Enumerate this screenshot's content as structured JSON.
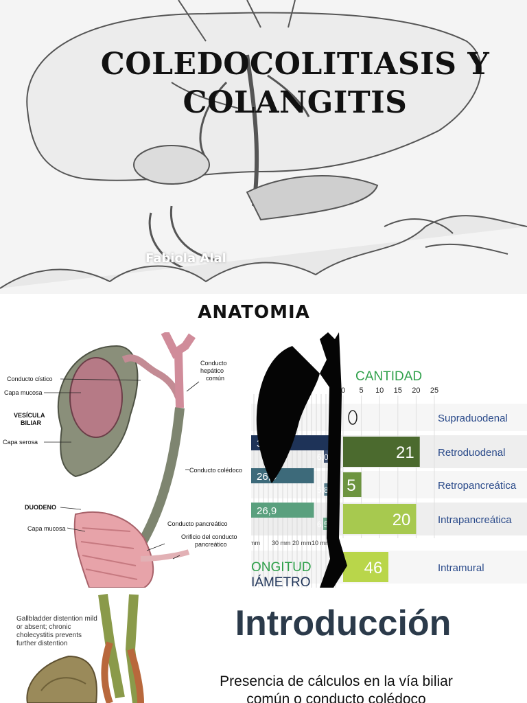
{
  "slide1": {
    "title": "COLEDOCOLITIASIS Y COLANGITIS",
    "author": "Fabiola Alal"
  },
  "slide2": {
    "title": "ANATOMIA",
    "anatomy_labels": {
      "cystic_duct": "Conducto cístico",
      "mucosa": "Capa mucosa",
      "gallbladder_1": "VESÍCULA",
      "gallbladder_2": "BILIAR",
      "serosa": "Capa serosa",
      "hepatic_1": "Conducto",
      "hepatic_2": "hepático",
      "hepatic_3": "común",
      "choledochus": "Conducto colédoco",
      "duodenum": "DUODENO",
      "duodenum_mucosa": "Capa mucosa",
      "pancreatic_duct": "Conducto pancreático",
      "orifice_1": "Orificio del conducto",
      "orifice_2": "pancreático"
    }
  },
  "chart_data": {
    "type": "bar",
    "categories": [
      "Supraduodenal",
      "Retroduodenal",
      "Retropancreática",
      "Intrapancreática",
      "Intramural"
    ],
    "cantidad": {
      "label": "CANTIDAD",
      "ticks": [
        "0",
        "5",
        "10",
        "15",
        "20",
        "25"
      ],
      "xlim": [
        0,
        25
      ],
      "values": [
        0,
        21,
        5,
        20,
        46
      ],
      "value_labels": [
        "0",
        "21",
        "5",
        "20",
        "46"
      ]
    },
    "longitud": {
      "values": [
        null,
        36.6,
        26.9,
        26.9,
        null
      ],
      "value_labels": [
        "",
        "36,6",
        "26,9",
        "26,9",
        ""
      ]
    },
    "diametro": {
      "values": [
        null,
        6.0,
        5.8,
        6.5,
        null
      ],
      "value_labels": [
        "",
        "6,0",
        "5,8",
        "6,5",
        ""
      ]
    },
    "mm_ticks": [
      "mm",
      "30 mm",
      "20 mm",
      "10 mm",
      "0"
    ],
    "left_labels": [
      "ONGITUD",
      "IÁMETRO"
    ],
    "colors": {
      "retroduodenal": "#4b6a2e",
      "retropancreatica": "#6d9440",
      "intrapancreatica": "#a7c94f",
      "intramural": "#b9d64a",
      "longitud": [
        "#1e3358",
        "#3d6a7a",
        "#5aa07e"
      ],
      "title_green": "#2fa04a",
      "category_blue": "#2a4a8a"
    }
  },
  "slide3": {
    "note": "Gallbladder distention mild or absent; chronic cholecystitis prevents further distention",
    "heading": "Introducción",
    "body_1": "Presencia de cálculos en la vía biliar",
    "body_2": "común o conducto colédoco"
  }
}
